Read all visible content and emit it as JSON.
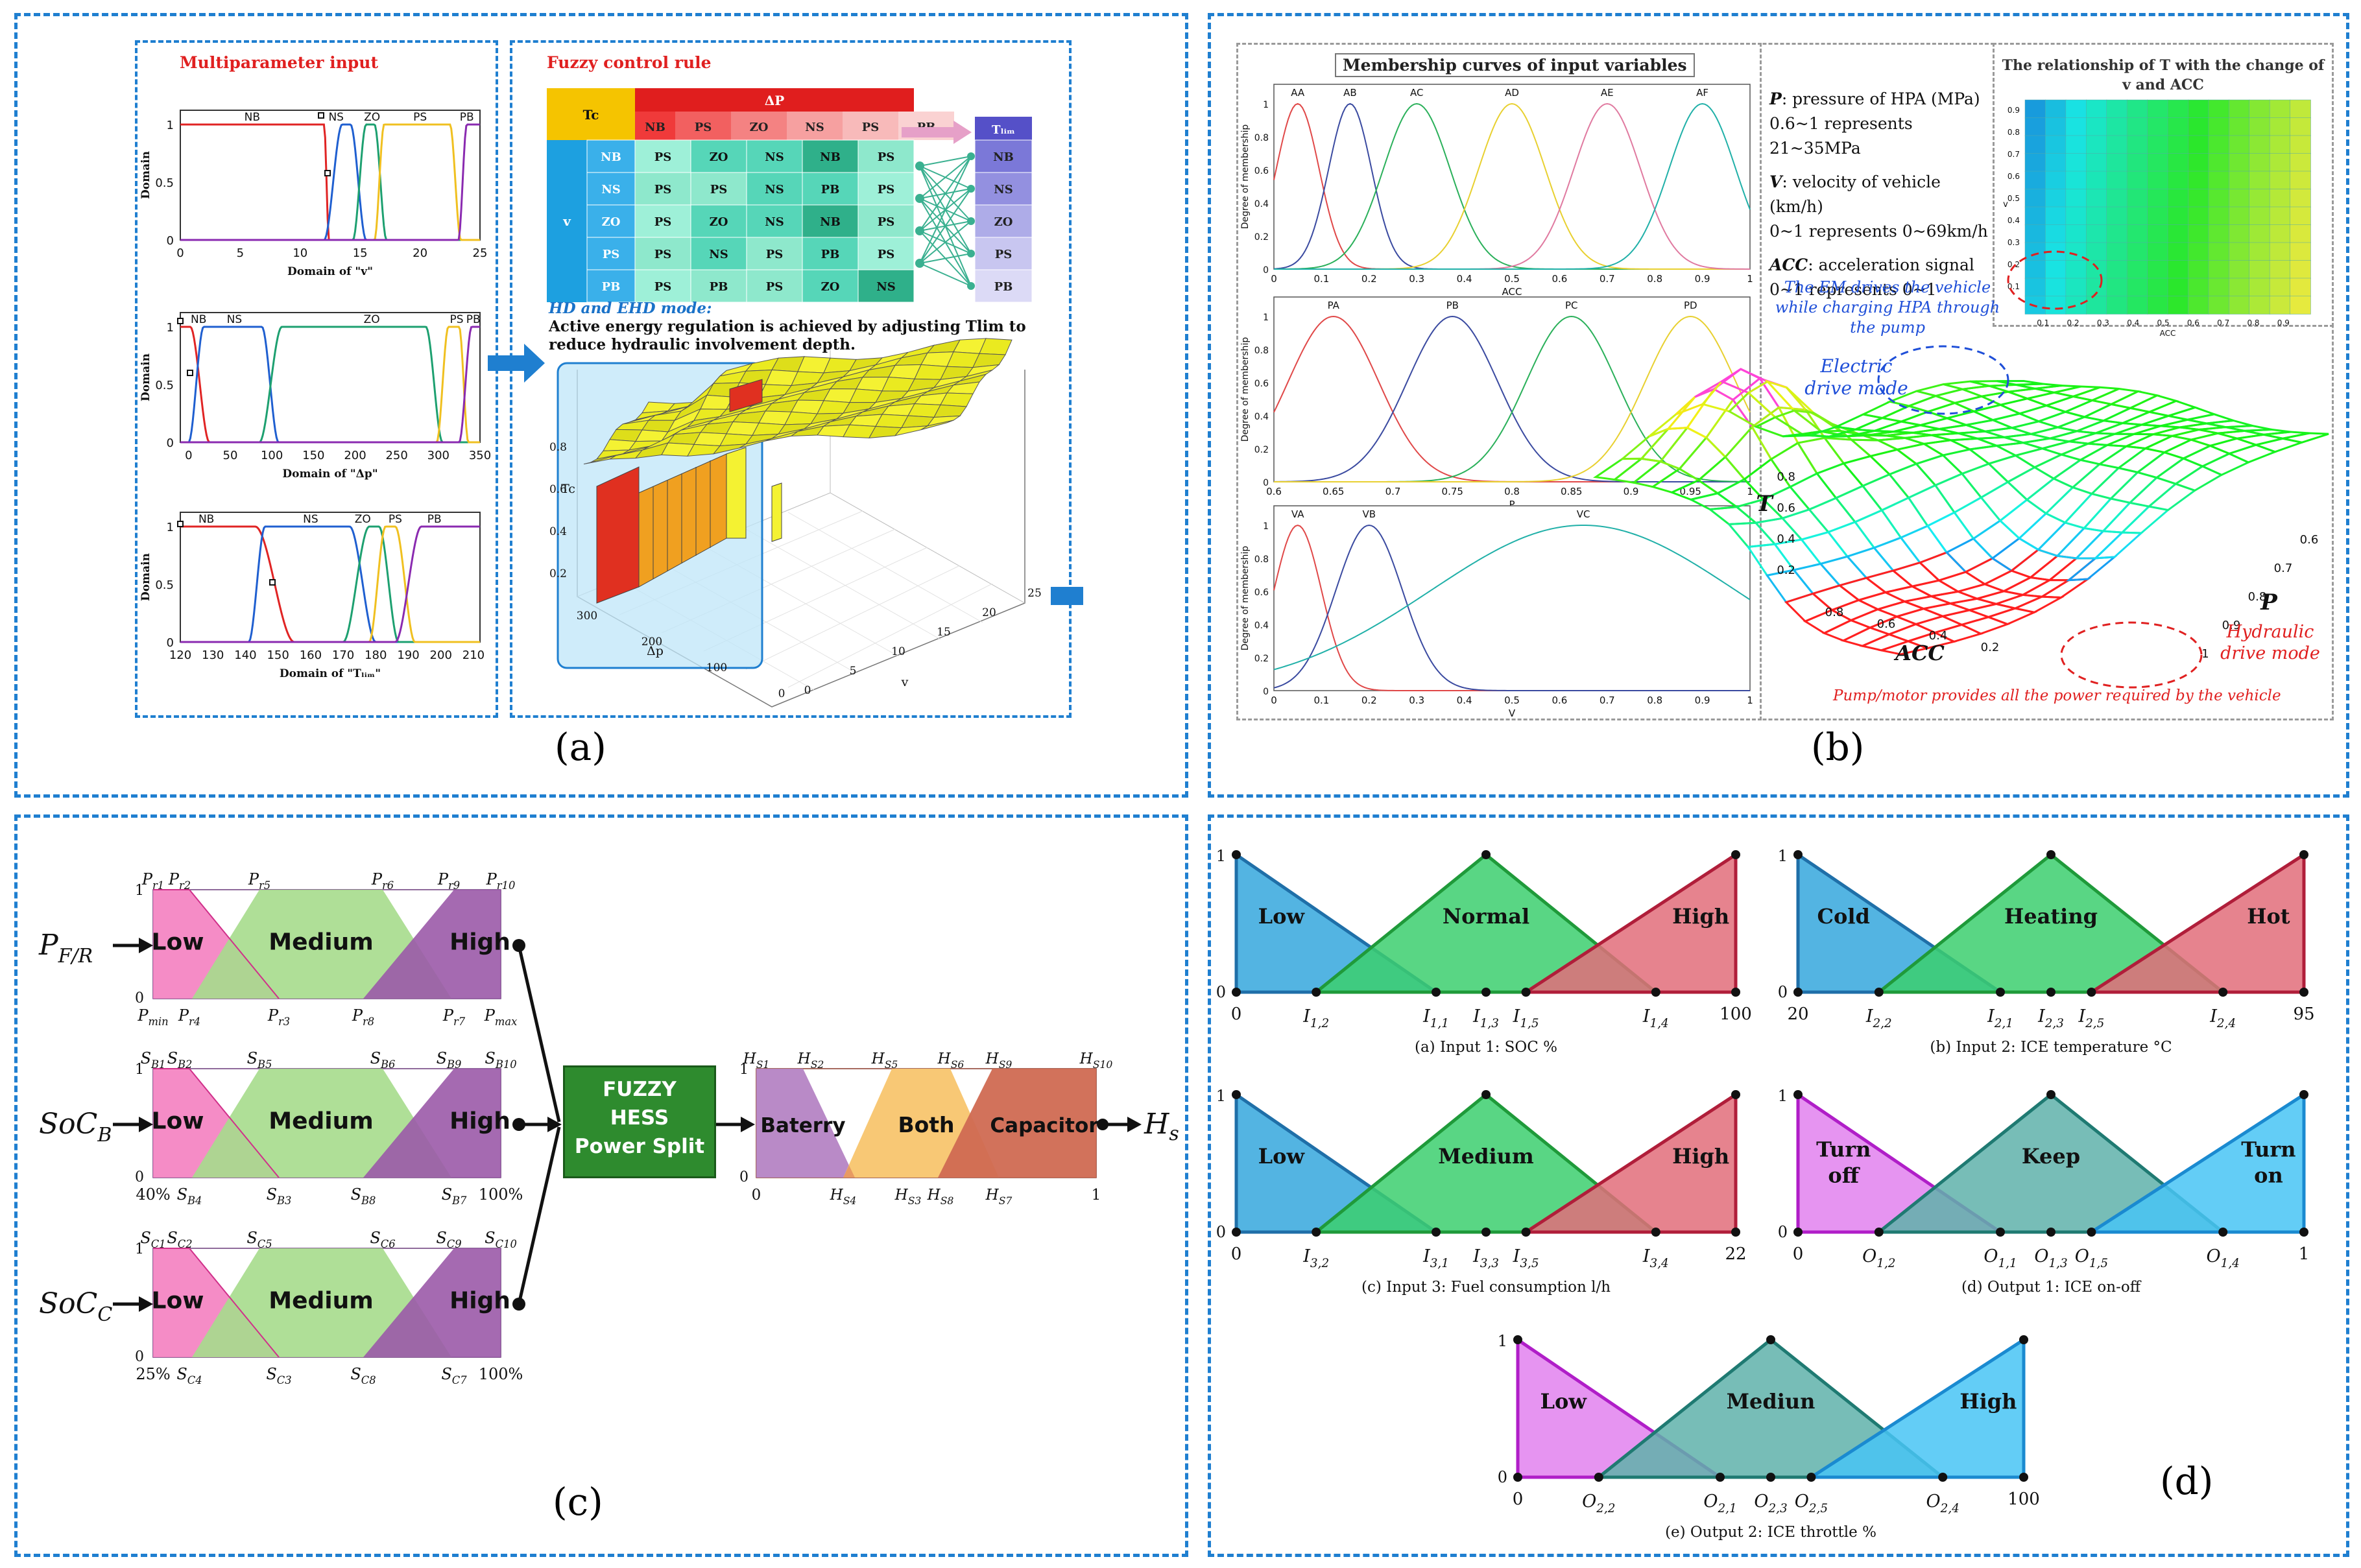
{
  "panel_a": {
    "label": "(a)",
    "multiparameter_input_title": "Multiparameter input",
    "fuzzy_rule_title": "Fuzzy control rule",
    "mf_v": {
      "axis_label": "Domain of \"v\"",
      "ylabel": "Domain",
      "terms": [
        "NB",
        "NS",
        "ZO",
        "PS",
        "PB"
      ],
      "xticks": [
        "0",
        "5",
        "10",
        "15",
        "20",
        "25"
      ],
      "yticks": [
        "0",
        "0.5",
        "1"
      ]
    },
    "mf_dp": {
      "axis_label": "Domain of \"Δp\"",
      "ylabel": "Domain",
      "terms": [
        "NB",
        "NS",
        "ZO",
        "PS",
        "PB"
      ],
      "xticks": [
        "0",
        "50",
        "100",
        "150",
        "200",
        "250",
        "300",
        "350"
      ],
      "yticks": [
        "0",
        "0.5",
        "1"
      ]
    },
    "mf_t": {
      "axis_label": "Domain of \"Tₗᵢₘ\"",
      "ylabel": "Domain",
      "terms": [
        "NB",
        "NS",
        "ZO",
        "PS",
        "PB"
      ],
      "xticks": [
        "120",
        "130",
        "140",
        "150",
        "160",
        "170",
        "180",
        "190",
        "200",
        "210"
      ],
      "yticks": [
        "0",
        "0.5",
        "1"
      ]
    },
    "rule_table": {
      "corner": "Tc",
      "dp_header": "ΔP",
      "v_header": "v",
      "col_headers": [
        "NB",
        "PS",
        "ZO",
        "NS",
        "PS",
        "PB"
      ],
      "row_headers": [
        "NB",
        "NS",
        "ZO",
        "PS",
        "PB"
      ],
      "cells": [
        [
          "PS",
          "ZO",
          "NS",
          "NB",
          "PS"
        ],
        [
          "PS",
          "PS",
          "NS",
          "PB",
          "PS"
        ],
        [
          "PS",
          "ZO",
          "NS",
          "NB",
          "PS"
        ],
        [
          "PS",
          "NS",
          "PS",
          "PB",
          "PS"
        ],
        [
          "PS",
          "PB",
          "PS",
          "ZO",
          "NS"
        ]
      ],
      "output_header": "Tₗᵢₘ",
      "output_terms": [
        "NB",
        "NS",
        "ZO",
        "PS",
        "PB"
      ]
    },
    "hd_title": "HD and EHD mode:",
    "hd_text": "Active energy regulation is achieved by adjusting Tlim to reduce hydraulic involvement depth.",
    "surface": {
      "zlabel": "Tc",
      "xlabel": "Δp",
      "ylabel": "v",
      "zticks": [
        "0.2",
        "0.4",
        "0.6",
        "0.8"
      ],
      "xticks": [
        "300",
        "200",
        "100",
        "0"
      ],
      "yticks": [
        "0",
        "5",
        "10",
        "15",
        "20",
        "25"
      ]
    }
  },
  "panel_b": {
    "label": "(b)",
    "membership_title": "Membership curves of input variables",
    "acc_plot": {
      "terms": [
        "AA",
        "AB",
        "AC",
        "AD",
        "AE",
        "AF"
      ],
      "xlabel": "ACC",
      "ylabel": "Degree of membership",
      "xticks": [
        "0",
        "0.1",
        "0.2",
        "0.3",
        "0.4",
        "0.5",
        "0.6",
        "0.7",
        "0.8",
        "0.9",
        "1"
      ]
    },
    "p_plot": {
      "terms": [
        "PA",
        "PB",
        "PC",
        "PD"
      ],
      "xlabel": "P",
      "ylabel": "Degree of membership",
      "xticks": [
        "0.6",
        "0.65",
        "0.7",
        "0.75",
        "0.8",
        "0.85",
        "0.9",
        "0.95",
        "1"
      ]
    },
    "v_plot": {
      "terms": [
        "VA",
        "VB",
        "VC"
      ],
      "xlabel": "V",
      "ylabel": "Degree of membership",
      "xticks": [
        "0",
        "0.1",
        "0.2",
        "0.3",
        "0.4",
        "0.5",
        "0.6",
        "0.7",
        "0.8",
        "0.9",
        "1"
      ]
    },
    "desc": [
      {
        "bold": "P",
        "rest": ": pressure of HPA (MPa)"
      },
      {
        "bold": "",
        "rest": "0.6~1 represents 21~35MPa"
      },
      {
        "bold": "V",
        "rest": ": velocity of vehicle (km/h)"
      },
      {
        "bold": "",
        "rest": "0~1 represents 0~69km/h"
      },
      {
        "bold": "ACC",
        "rest": ": acceleration signal"
      },
      {
        "bold": "",
        "rest": "0~1 represents 0~1"
      }
    ],
    "heatmap_title_1": "The relationship of T with the change of",
    "heatmap_title_2": "v and ACC",
    "heatmap_xlabel": "ACC",
    "heatmap_ylabel": "v",
    "em_note_1": "The EM drives the vehicle",
    "em_note_2": "while charging HPA through",
    "em_note_3": "the pump",
    "electric_1": "Electric",
    "electric_2": "drive mode",
    "hydraulic_1": "Hydraulic",
    "hydraulic_2": "drive mode",
    "pump_note": "Pump/motor provides all the power required by the vehicle",
    "surface_T": "T",
    "surface_P": "P",
    "surface_ACC": "ACC",
    "surface_zticks": [
      "0.2",
      "0.4",
      "0.6",
      "0.8"
    ],
    "surface_xticks": [
      "0.8",
      "0.6",
      "0.4",
      "0.2"
    ],
    "surface_yticks": [
      "0.6",
      "0.7",
      "0.8",
      "0.9",
      "1"
    ]
  },
  "panel_c": {
    "label": "(c)",
    "inputs": [
      {
        "name": "P",
        "sub": "F/R",
        "terms": [
          "Low",
          "Medium",
          "High"
        ],
        "top": [
          "P_r1",
          "P_r2",
          "P_r5",
          "P_r6",
          "P_r9",
          "P_r10"
        ],
        "bottom": [
          "P_min",
          "P_r4",
          "P_r3",
          "P_r8",
          "P_r7",
          "P_max"
        ]
      },
      {
        "name": "SoC",
        "sub": "B",
        "terms": [
          "Low",
          "Medium",
          "High"
        ],
        "top": [
          "S_B1",
          "S_B2",
          "S_B5",
          "S_B6",
          "S_B9",
          "S_B10"
        ],
        "bottom": [
          "40%",
          "S_B4",
          "S_B3",
          "S_B8",
          "S_B7",
          "100%"
        ]
      },
      {
        "name": "SoC",
        "sub": "C",
        "terms": [
          "Low",
          "Medium",
          "High"
        ],
        "top": [
          "S_C1",
          "S_C2",
          "S_C5",
          "S_C6",
          "S_C9",
          "S_C10"
        ],
        "bottom": [
          "25%",
          "S_C4",
          "S_C3",
          "S_C8",
          "S_C7",
          "100%"
        ]
      }
    ],
    "fuzzy_box": [
      "FUZZY",
      "HESS",
      "Power Split"
    ],
    "output": {
      "name": "H",
      "sub": "s",
      "terms": [
        "Baterry",
        "Both",
        "Capacitor"
      ],
      "top": [
        "H_S1",
        "H_S2",
        "H_S5",
        "H_S6",
        "H_S9",
        "H_S10"
      ],
      "bottom": [
        "0",
        "H_S4",
        "H_S3",
        "H_S8",
        "H_S7",
        "1"
      ]
    },
    "y_one": "1",
    "y_zero": "0"
  },
  "panel_d": {
    "label": "(d)",
    "plots": [
      {
        "caption": "(a)  Input 1: SOC %",
        "terms": [
          "Low",
          "Normal",
          "High"
        ],
        "left": "0",
        "right": "100",
        "ticks": [
          "I_1,2",
          "I_1,1",
          "I_1,3",
          "I_1,5",
          "I_1,4"
        ]
      },
      {
        "caption": "(b)  Input 2: ICE temperature °C",
        "terms": [
          "Cold",
          "Heating",
          "Hot"
        ],
        "left": "20",
        "right": "95",
        "ticks": [
          "I_2,2",
          "I_2,1",
          "I_2,3",
          "I_2,5",
          "I_2,4"
        ]
      },
      {
        "caption": "(c)  Input 3: Fuel consumption l/h",
        "terms": [
          "Low",
          "Medium",
          "High"
        ],
        "left": "0",
        "right": "22",
        "ticks": [
          "I_3,2",
          "I_3,1",
          "I_3,3",
          "I_3,5",
          "I_3,4"
        ]
      },
      {
        "caption": "(d)  Output 1: ICE on-off",
        "terms": [
          "Turn off",
          "Keep",
          "Turn on"
        ],
        "left": "0",
        "right": "1",
        "ticks": [
          "O_1,2",
          "O_1,1",
          "O_1,3",
          "O_1,5",
          "O_1,4"
        ]
      },
      {
        "caption": "(e)  Output 2: ICE throttle %",
        "terms": [
          "Low",
          "Mediun",
          "High"
        ],
        "left": "0",
        "right": "100",
        "ticks": [
          "O_2,2",
          "O_2,1",
          "O_2,3",
          "O_2,5",
          "O_2,4"
        ]
      }
    ],
    "y_one": "1",
    "y_zero": "0"
  },
  "colors": {
    "panel_border": "#1f7fd0",
    "pink": "#f47fc0",
    "medium_green": "#a6dc8c",
    "purple": "#9b5aa8",
    "d_blue": "#4ab0e0",
    "d_green": "#3ccf6e",
    "d_red": "#e26d7a",
    "d_magenta": "#e58ef0",
    "d_teal": "#5fb2aa",
    "d_cyan": "#48c4f4",
    "fuzzy_box": "#2e8b2e"
  }
}
